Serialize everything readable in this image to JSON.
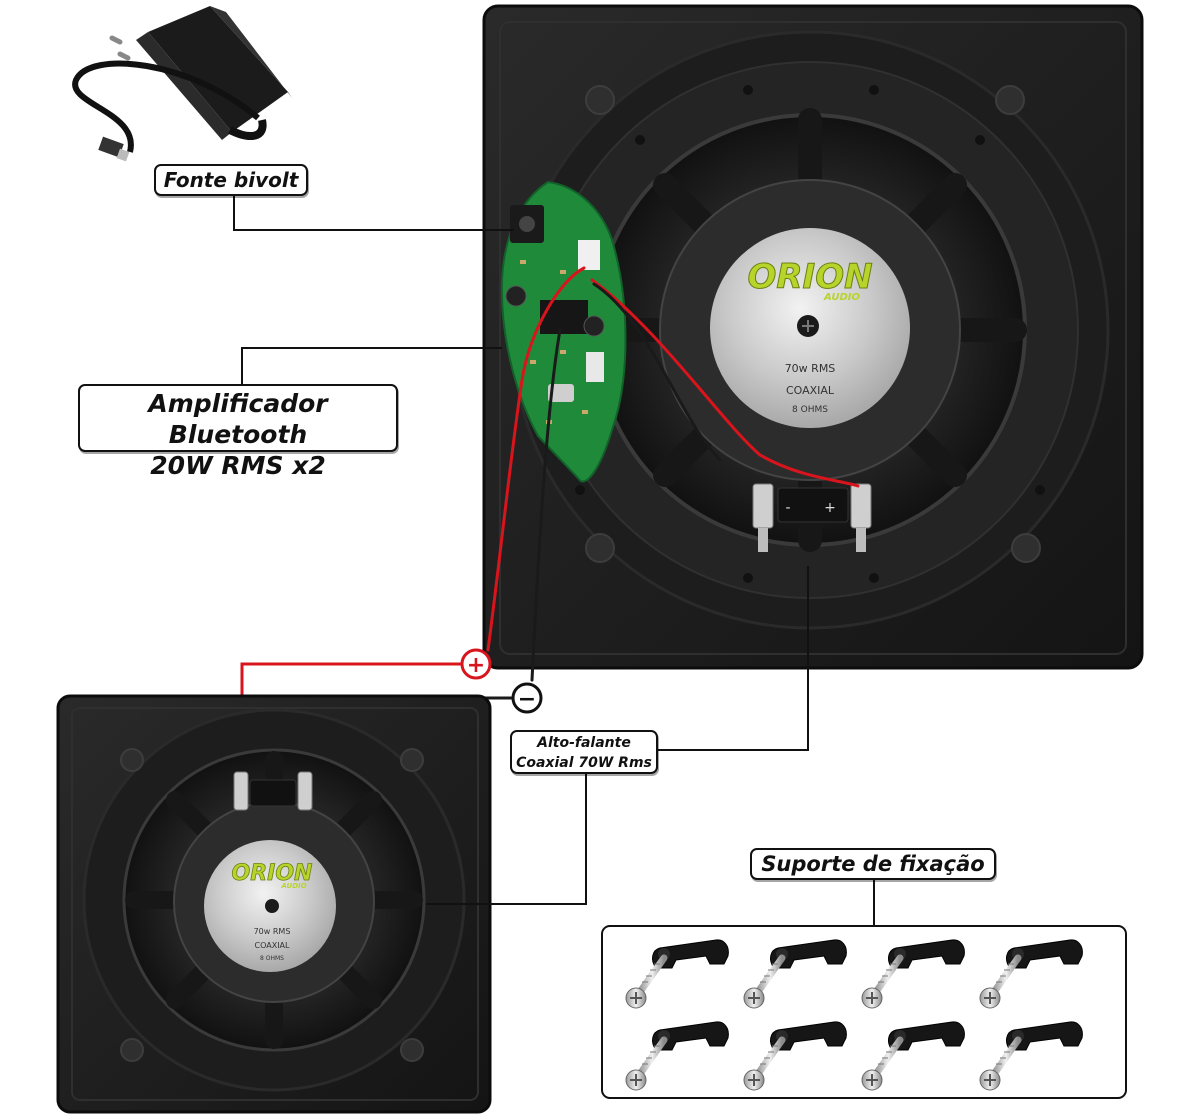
{
  "labels": {
    "power_supply": "Fonte bivolt",
    "amplifier_line1": "Amplificador Bluetooth",
    "amplifier_line2": "20W RMS x2",
    "speaker_line1": "Alto-falante",
    "speaker_line2": "Coaxial 70W Rms",
    "brackets": "Suporte de fixação"
  },
  "speaker_badge": {
    "brand": "ORION",
    "brand_sub": "AUDIO",
    "power": "70w RMS",
    "type": "COAXIAL",
    "impedance": "8 OHMS"
  },
  "polarity": {
    "positive": "+",
    "negative": "−"
  },
  "terminal_marks": {
    "negative": "-",
    "positive": "+"
  },
  "colors": {
    "positive_wire": "#d8141c",
    "negative_wire": "#1a1a1a",
    "speaker_housing": "#1c1c1c",
    "pcb": "#1f8a3a",
    "brand_accent": "#b7d42a"
  },
  "bracket_count": 8
}
